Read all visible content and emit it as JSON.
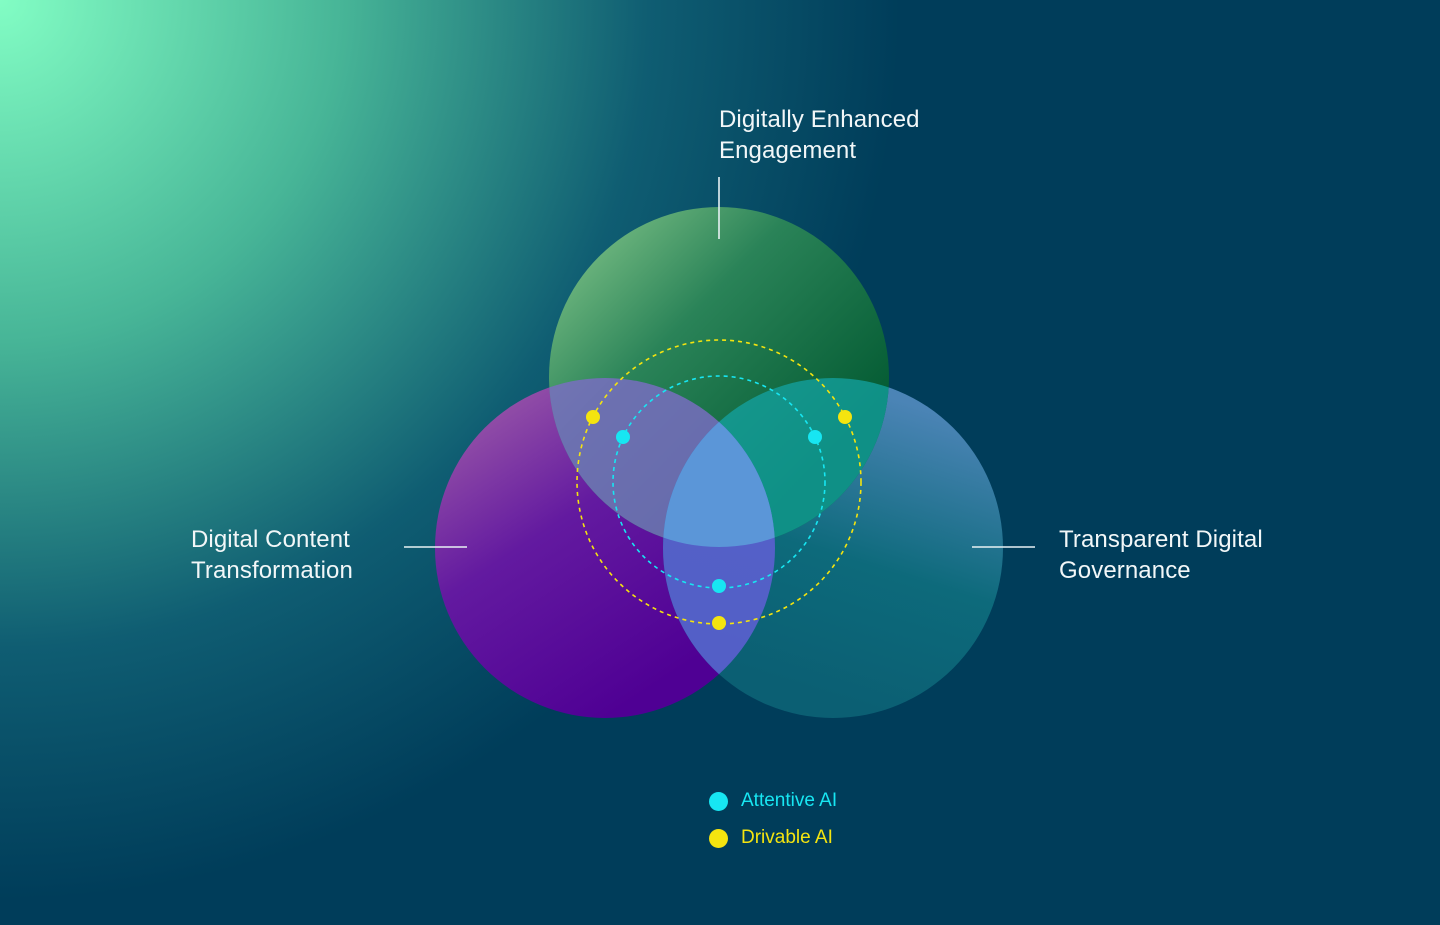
{
  "colors": {
    "background_light": "#7ffcc3",
    "background_dark": "#003d5a",
    "circle_engagement": "#0a6a3c",
    "circle_content": "#520096",
    "circle_governance": "#0a6f7a",
    "center_overlap": "#5b96d8",
    "attentive": "#17e6f2",
    "drivable": "#f4e40f",
    "label_text": "#f2f7f8"
  },
  "circles": [
    {
      "id": "engagement",
      "label_lines": [
        "Digitally Enhanced",
        "Engagement"
      ]
    },
    {
      "id": "content",
      "label_lines": [
        "Digital Content",
        "Transformation"
      ]
    },
    {
      "id": "governance",
      "label_lines": [
        "Transparent Digital",
        "Governance"
      ]
    }
  ],
  "legend": [
    {
      "label": "Attentive AI",
      "color": "#17e6f2",
      "icon": "cyan-dot-icon"
    },
    {
      "label": "Drivable AI",
      "color": "#f4e40f",
      "icon": "yellow-dot-icon"
    }
  ]
}
